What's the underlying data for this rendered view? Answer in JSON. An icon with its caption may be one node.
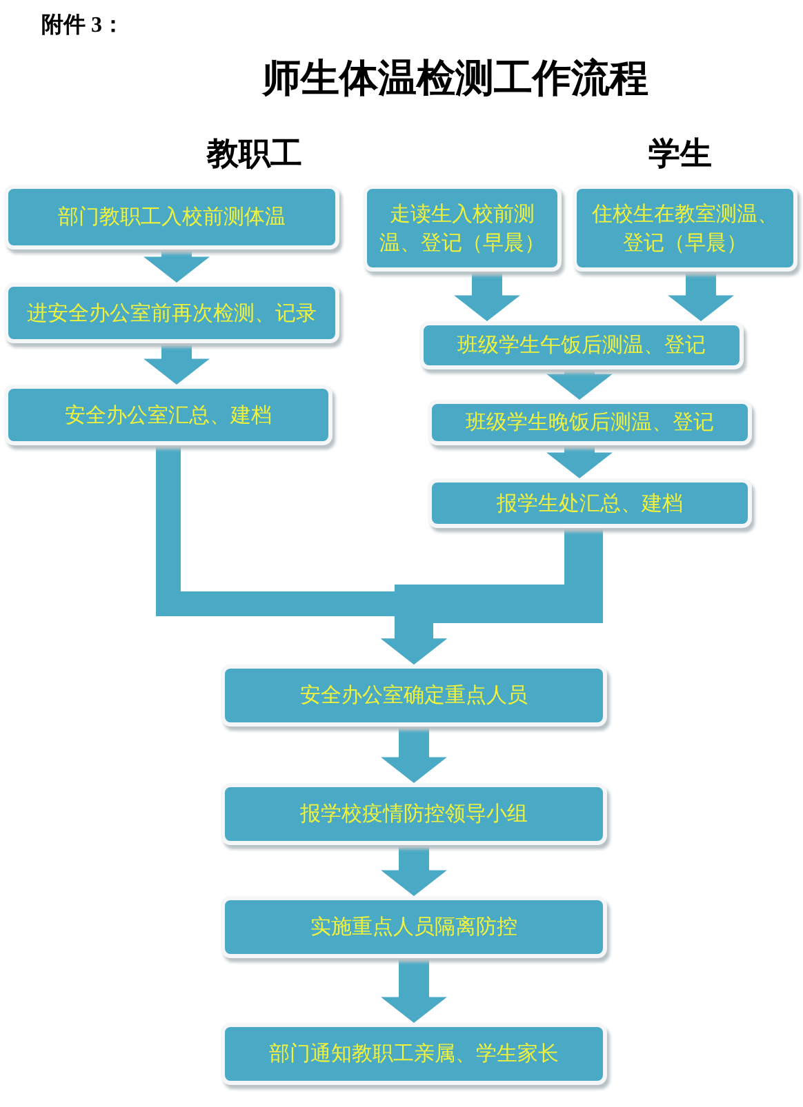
{
  "diagram": {
    "title": "师生体温检测工作流程",
    "nodes": [
      {
        "text": [
          "部门教职工入校前测体温"
        ]
      },
      {
        "text": [
          "进安全办公室前再次检测、记录"
        ]
      },
      {
        "text": [
          "安全办公室汇总、建档"
        ]
      },
      {
        "text": [
          "走读生入校前测温、登记（早晨）"
        ]
      },
      {
        "text": [
          "住校生在教室测温、登记（早晨）"
        ]
      },
      {
        "text": [
          "班级学生午饭后测温、登记"
        ]
      },
      {
        "text": [
          "班级学生晚饭后测温、登记"
        ]
      },
      {
        "text": [
          "报学生处汇总、建档"
        ]
      },
      {
        "text": [
          "安全办公室确定重点人员"
        ]
      },
      {
        "text": [
          "报学校疫情防控领导小组"
        ]
      },
      {
        "text": [
          "实施重点人员隔离防控"
        ]
      },
      {
        "text": [
          "部门通知教职工亲属、学生家长"
        ]
      }
    ],
    "edges": [
      {
        "from": 0,
        "to": 1,
        "arrow": "to"
      },
      {
        "from": 1,
        "to": 2,
        "arrow": "to"
      },
      {
        "from": 3,
        "to": 5,
        "arrow": "to"
      },
      {
        "from": 4,
        "to": 5,
        "arrow": "to"
      },
      {
        "from": 5,
        "to": 6,
        "arrow": "to"
      },
      {
        "from": 6,
        "to": 7,
        "arrow": "to"
      },
      {
        "from": 2,
        "to": 8,
        "arrow": "to"
      },
      {
        "from": 7,
        "to": 8,
        "arrow": "to"
      },
      {
        "from": 8,
        "to": 9,
        "arrow": "to"
      },
      {
        "from": 9,
        "to": 10,
        "arrow": "to"
      },
      {
        "from": 10,
        "to": 11,
        "arrow": "to"
      }
    ],
    "labels": [
      "附件 3：",
      "教职工",
      "学生"
    ]
  }
}
